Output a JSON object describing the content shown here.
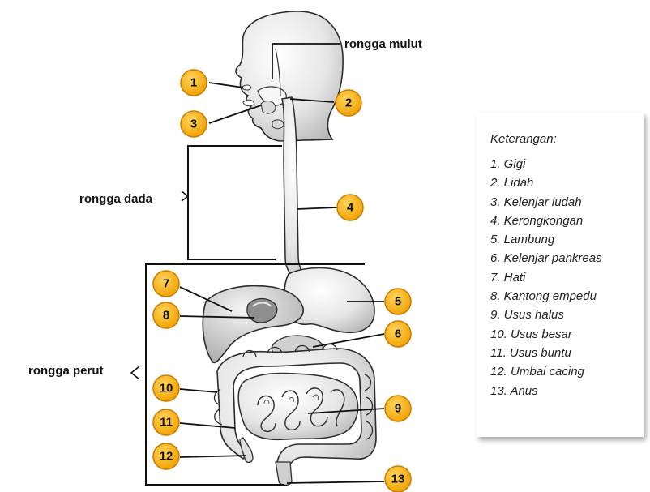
{
  "diagram": {
    "regions": {
      "mouth": "rongga mulut",
      "chest": "rongga dada",
      "abdomen": "rongga perut"
    },
    "badges": [
      "1",
      "2",
      "3",
      "4",
      "5",
      "6",
      "7",
      "8",
      "9",
      "10",
      "11",
      "12",
      "13"
    ]
  },
  "legend": {
    "title": "Keterangan:",
    "items": [
      "1. Gigi",
      "2. Lidah",
      "3. Kelenjar ludah",
      "4. Kerongkongan",
      "5. Lambung",
      "6. Kelenjar pankreas",
      "7. Hati",
      "8. Kantong empedu",
      "9. Usus halus",
      "10. Usus besar",
      "11. Usus buntu",
      "12. Umbai cacing",
      "13. Anus"
    ]
  },
  "colors": {
    "badge_fill": "#f7b21c",
    "badge_stroke": "#c97c00",
    "organ_fill": "#ececec",
    "organ_stroke": "#2b2b2b"
  }
}
